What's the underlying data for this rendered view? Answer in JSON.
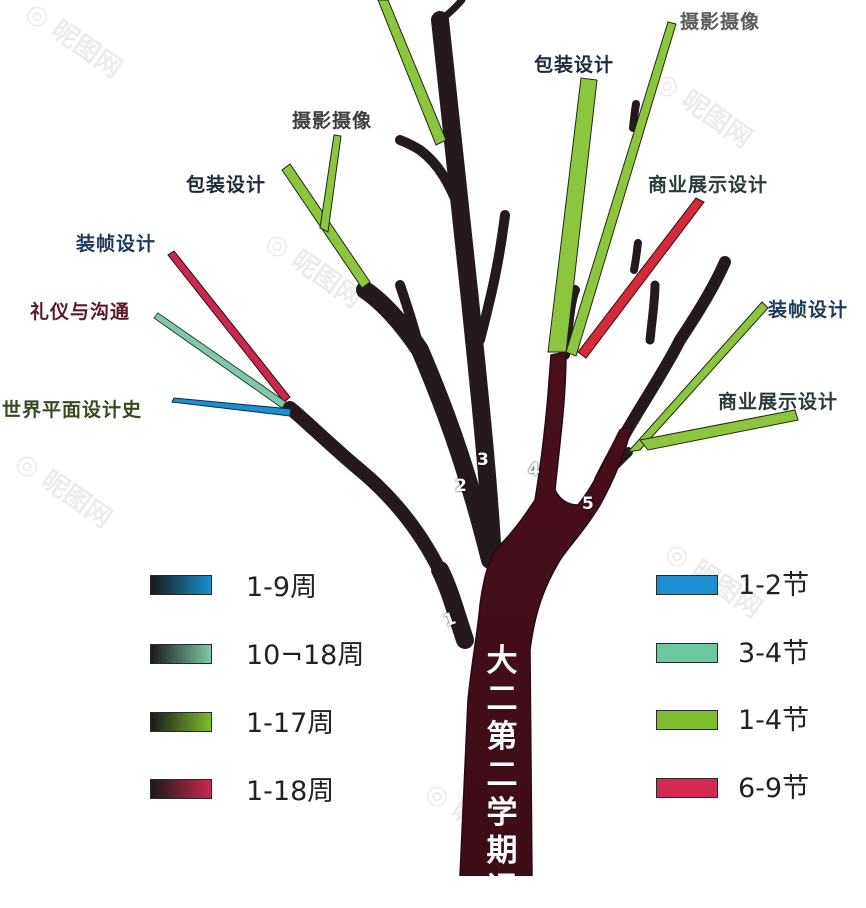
{
  "title": "大二第二学期课",
  "branch_numbers": [
    "1",
    "2",
    "3",
    "4",
    "5"
  ],
  "course_labels": {
    "left": {
      "sheying": "摄影摄像",
      "baozhuang": "包装设计",
      "zhuangzhen": "装帧设计",
      "liyi": "礼仪与沟通",
      "shijie": "世界平面设计史"
    },
    "right": {
      "sheying": "摄影摄像",
      "baozhuang": "包装设计",
      "shangye1": "商业展示设计",
      "zhuangzhen": "装帧设计",
      "shangye2": "商业展示设计"
    }
  },
  "legend_weeks": [
    {
      "label": "1-9周",
      "color": "#1b8fd1"
    },
    {
      "label": "10¬18周",
      "color": "#7ec9a8"
    },
    {
      "label": "1-17周",
      "color": "#7dbd2f"
    },
    {
      "label": "1-18周",
      "color": "#c9294f"
    }
  ],
  "legend_periods": [
    {
      "label": "1-2节",
      "color": "#1b8fd1"
    },
    {
      "label": "3-4节",
      "color": "#6cc7a0"
    },
    {
      "label": "1-4节",
      "color": "#7dbd2f"
    },
    {
      "label": "6-9节",
      "color": "#d42a52"
    }
  ],
  "colors": {
    "trunk": "#3a0c17",
    "branch_dark": "#241a1e",
    "green": "#8cc63f",
    "blue": "#1b8fd1",
    "teal": "#7ec9a8",
    "red": "#d42a3a",
    "pink": "#c9294f"
  }
}
